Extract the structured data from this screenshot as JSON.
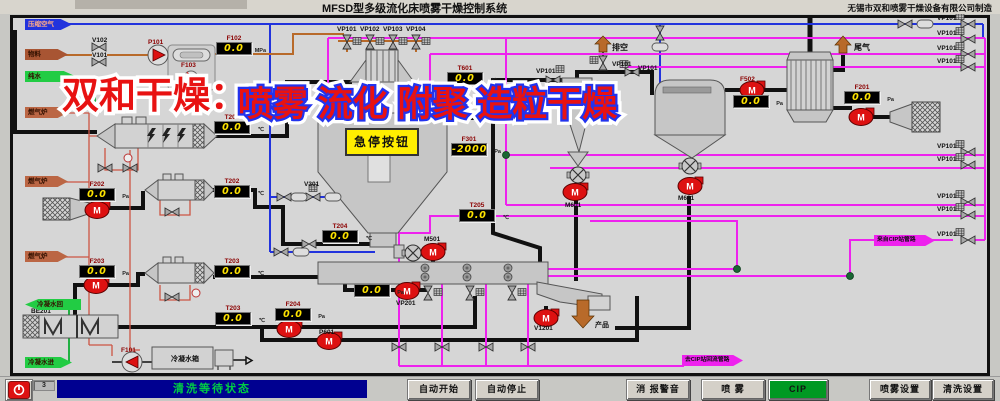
{
  "titlebar": {
    "title": "MFSD型多级流化床喷雾干燥控制系统",
    "company": "无锡市双和喷雾干燥设备有限公司制造"
  },
  "watermark": {
    "part1": "双和干燥：",
    "part2": "喷雾 流化 附聚 造粒干燥",
    "part1_color": "#e81212",
    "part2_fill": "#e81212",
    "part2_outline": "#2233ee"
  },
  "colors": {
    "air_pipe": "#2233dd",
    "cip_pipe": "#ee22ee",
    "duct": "#111111",
    "water_pipe": "#22b043",
    "material_pipe": "#b86a2a",
    "status_bg": "#000090",
    "status_fg": "#00cc44",
    "display_bg": "#000000",
    "display_fg": "#ffe400",
    "pump": "#dd1111",
    "estop_bg": "#ffee00",
    "cip_btn_bg": "#009922"
  },
  "symbols": {
    "pump_motor": "M"
  },
  "inlets": {
    "compressed_air": "压缩空气",
    "material": "物料",
    "pure_water": "纯水",
    "gas1": "燃气炉",
    "gas2": "燃气炉",
    "gas3": "燃气炉",
    "cw_return": "冷凝水回",
    "cw_in": "冷凝水进"
  },
  "misc": {
    "estop": "急停按钮",
    "vent": "排空",
    "tail_gas": "尾气",
    "product": "产品",
    "tank": "冷凝水箱",
    "cip_in": "来自CIP站管路",
    "cip_out": "去CIP站回流管路"
  },
  "displays": [
    {
      "tag": "F102",
      "value": "0.0",
      "unit": "MPa"
    },
    {
      "tag": "T601",
      "value": "0.0",
      "unit": "℃"
    },
    {
      "tag": "T201",
      "value": "0.0",
      "unit": "℃"
    },
    {
      "tag": "T202",
      "value": "0.0",
      "unit": "℃"
    },
    {
      "tag": "F202",
      "value": "0.0",
      "unit": "Pa"
    },
    {
      "tag": "F301",
      "value": "-2000",
      "unit": "Pa"
    },
    {
      "tag": "T204",
      "value": "0.0",
      "unit": "℃"
    },
    {
      "tag": "T205",
      "value": "0.0",
      "unit": "℃"
    },
    {
      "tag": "F203",
      "value": "0.0",
      "unit": "Pa"
    },
    {
      "tag": "T203",
      "value": "0.0",
      "unit": "℃"
    },
    {
      "tag": "T203",
      "value": "0.0",
      "unit": "℃"
    },
    {
      "tag": "F204",
      "value": "0.0",
      "unit": "Pa"
    },
    {
      "tag": "",
      "value": "0.0",
      "unit": "Pa"
    },
    {
      "tag": "F502",
      "value": "0.0",
      "unit": "Pa"
    },
    {
      "tag": "F201",
      "value": "0.0",
      "unit": "Pa"
    }
  ],
  "device_tags": {
    "v102": "V102",
    "v101": "V101",
    "p101": "P101",
    "f103": "F103",
    "v301": "V301",
    "vp1": "VP101",
    "vp2": "VP102",
    "vp3": "VP103",
    "vp4": "VP104",
    "vp101": "VP101",
    "m501": "M501",
    "m601": "M601",
    "vp201": "VP201",
    "v1201": "V1201",
    "p601": "P601",
    "f101": "F101",
    "be201": "BE201",
    "f502": "F502"
  },
  "status_bar": {
    "indicator": "3",
    "status": "清洗等待状态"
  },
  "buttons": {
    "auto_start": "自动开始",
    "auto_stop": "自动停止",
    "mute": "消 报警音",
    "spray": "喷 雾",
    "cip": "CIP",
    "spray_set": "喷雾设置",
    "clean_set": "清洗设置"
  }
}
